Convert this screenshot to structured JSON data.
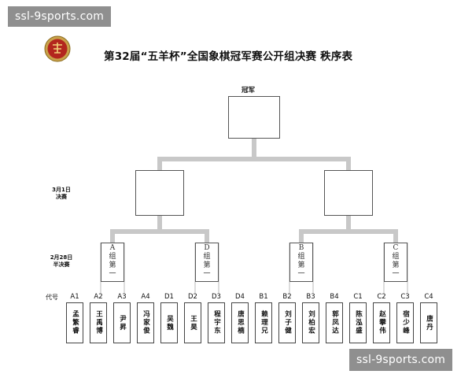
{
  "watermark": {
    "top": "ssl-9sports.com",
    "bottom": "ssl-9sports.com"
  },
  "logo_icon": "xiangqi-association-emblem",
  "title": "第32届“五羊杯”全国象棋冠军赛公开组决赛 秩序表",
  "champion_label": "冠军",
  "round_final": {
    "date": "3月1日",
    "name": "决赛"
  },
  "round_semi": {
    "date": "2月28日",
    "name": "半决赛"
  },
  "groups": [
    {
      "id": "A",
      "line1": "A",
      "line2": "组",
      "line3": "第",
      "line4": "一"
    },
    {
      "id": "D",
      "line1": "D",
      "line2": "组",
      "line3": "第",
      "line4": "一"
    },
    {
      "id": "B",
      "line1": "B",
      "line2": "组",
      "line3": "第",
      "line4": "一"
    },
    {
      "id": "C",
      "line1": "C",
      "line2": "组",
      "line3": "第",
      "line4": "一"
    }
  ],
  "codes_label": "代号",
  "players": [
    {
      "code": "A1",
      "name": "孟繁睿"
    },
    {
      "code": "A2",
      "name": "王禹博"
    },
    {
      "code": "A3",
      "name": "尹昇"
    },
    {
      "code": "A4",
      "name": "冯家俊"
    },
    {
      "code": "D1",
      "name": "吴魏"
    },
    {
      "code": "D2",
      "name": "王昊"
    },
    {
      "code": "D3",
      "name": "程宇东"
    },
    {
      "code": "D4",
      "name": "唐思楠"
    },
    {
      "code": "B1",
      "name": "赖理兄"
    },
    {
      "code": "B2",
      "name": "刘子健"
    },
    {
      "code": "B3",
      "name": "刘柏宏"
    },
    {
      "code": "B4",
      "name": "郭凤达"
    },
    {
      "code": "C1",
      "name": "陈泓盛"
    },
    {
      "code": "C2",
      "name": "赵攀伟"
    },
    {
      "code": "C3",
      "name": "宿少峰"
    },
    {
      "code": "C4",
      "name": "唐丹"
    }
  ],
  "colors": {
    "bracket": "#c8c8c8",
    "box_border": "#555555",
    "watermark_bg": "#8f8f8f"
  }
}
